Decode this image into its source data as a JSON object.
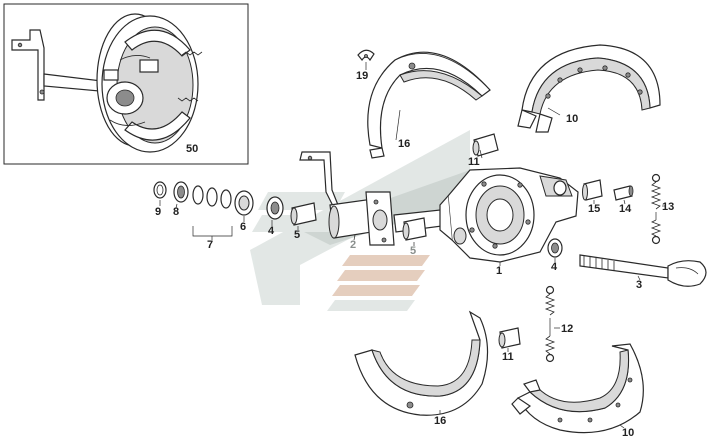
{
  "callouts": {
    "c50": "50",
    "c19": "19",
    "c16_top": "16",
    "c10_top": "10",
    "c11_top": "11",
    "c9": "9",
    "c8": "8",
    "c7": "7",
    "c6": "6",
    "c4_left": "4",
    "c5_left": "5",
    "c2": "2",
    "c5_right": "5",
    "c1": "1",
    "c4_right": "4",
    "c3": "3",
    "c15": "15",
    "c14": "14",
    "c13": "13",
    "c12": "12",
    "c11_bottom": "11",
    "c16_bottom": "16",
    "c10_bottom": "10"
  },
  "colors": {
    "ink": "#2a2a2a",
    "watermark_light": "#dfe5e3",
    "watermark_mid": "#c9d1ce",
    "watermark_accent": "#e3c9b8",
    "callout_gray": "#8a8f8d"
  }
}
